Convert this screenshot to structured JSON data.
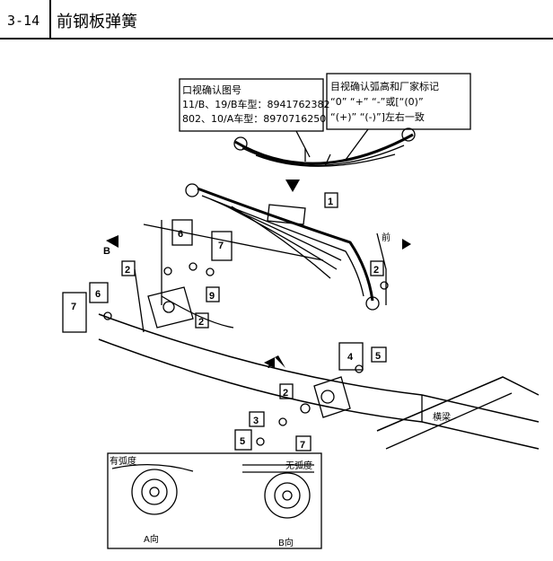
{
  "header": {
    "section_number": "3-14",
    "title": "前钢板弹簧"
  },
  "callout_left": {
    "heading": "口视确认图号",
    "line1": "11/B、19/B车型：8941762382",
    "line2": "802、10/A车型：8970716250"
  },
  "callout_right": {
    "line1": "目视确认弧高和厂家标记",
    "line2": "“0” “+” “-”或[“(0)”",
    "line3": "“(+)” “(-)”]左右一致"
  },
  "part_numbers": {
    "n1": "1",
    "n2a": "2",
    "n2b": "2",
    "n2c": "2",
    "n2d": "2",
    "n3": "3",
    "n4": "4",
    "n5a": "5",
    "n5b": "5",
    "n6a": "6",
    "n6b": "6",
    "n7a": "7",
    "n7b": "7",
    "n7c": "7",
    "n9": "9"
  },
  "labels": {
    "front": "前",
    "view_b_marker": "B",
    "view_a_marker": "A",
    "crossbeam": "横梁",
    "with_camber": "有弧度",
    "without_camber": "无弧度",
    "view_a": "A向",
    "view_b": "B向"
  }
}
